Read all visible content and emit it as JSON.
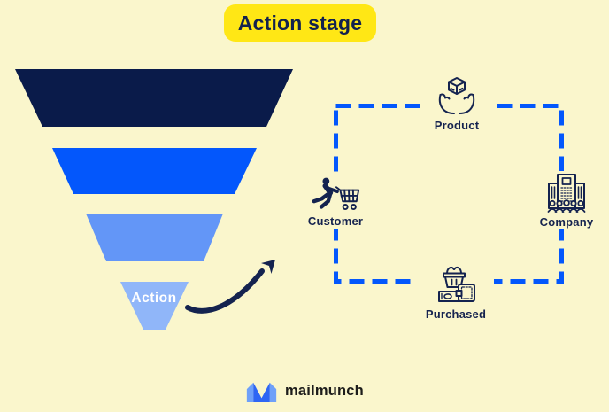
{
  "title": {
    "label": "Action stage"
  },
  "colors": {
    "background": "#faf6cc",
    "badge_yellow": "#ffe715",
    "navy": "#14234f",
    "bright_blue": "#0357fc"
  },
  "funnel": {
    "segments": [
      {
        "name": "stage-1",
        "color": "#0a1b4a",
        "label": ""
      },
      {
        "name": "stage-2",
        "color": "#0357fc",
        "label": ""
      },
      {
        "name": "stage-3",
        "color": "#6396f7",
        "label": ""
      },
      {
        "name": "stage-4",
        "color": "#90b6f9",
        "label": "Action"
      }
    ]
  },
  "cycle": {
    "border_color": "#0357fc",
    "nodes": [
      {
        "label": "Product",
        "icon": "hands-box-icon",
        "position": "top"
      },
      {
        "label": "Company",
        "icon": "company-building-icon",
        "position": "right"
      },
      {
        "label": "Purchased",
        "icon": "basket-payment-icon",
        "position": "bottom"
      },
      {
        "label": "Customer",
        "icon": "person-cart-icon",
        "position": "left"
      }
    ]
  },
  "footer": {
    "brand": "mailmunch"
  }
}
